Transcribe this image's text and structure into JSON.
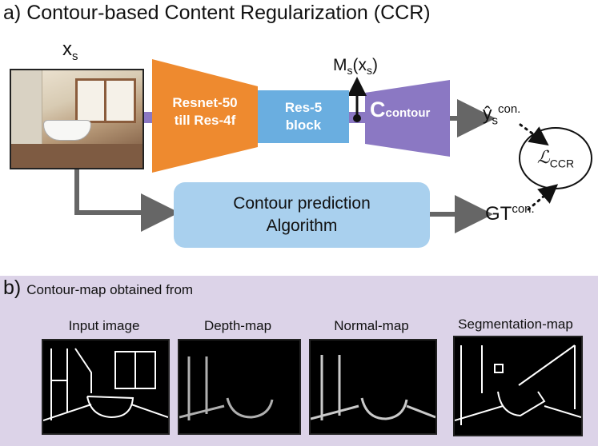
{
  "section_a": {
    "prefix": "a)",
    "title": "Contour-based Content Regularization (CCR)",
    "input_symbol": "x",
    "input_subscript": "s",
    "resnet_label_line1": "Resnet-50",
    "resnet_label_line2": "till Res-4f",
    "res5_label_line1": "Res-5",
    "res5_label_line2": "block",
    "c_contour_main": "C",
    "c_contour_sub": "contour",
    "mask_main": "M",
    "mask_sub": "s",
    "mask_arg_open": "(x",
    "mask_arg_sub": "s",
    "mask_arg_close": ")",
    "pred_main": "ŷ",
    "pred_sub": "s",
    "pred_sup": "con.",
    "loss_main": "ℒ",
    "loss_sub": "CCR",
    "cpa_line1": "Contour prediction",
    "cpa_line2": "Algorithm",
    "gt_main": "GT",
    "gt_sup": "con."
  },
  "section_b": {
    "prefix": "b)",
    "title": "Contour-map obtained from",
    "maps": [
      {
        "label": "Input image"
      },
      {
        "label": "Depth-map"
      },
      {
        "label": "Normal-map"
      },
      {
        "label": "Segmentation-map"
      }
    ]
  },
  "colors": {
    "resnet": "#ee8a2f",
    "res5": "#6aaee0",
    "c_contour": "#8b78c3",
    "cpa": "#a9d0ee",
    "panel_b": "#dcd3e8",
    "arrow": "#666666"
  }
}
